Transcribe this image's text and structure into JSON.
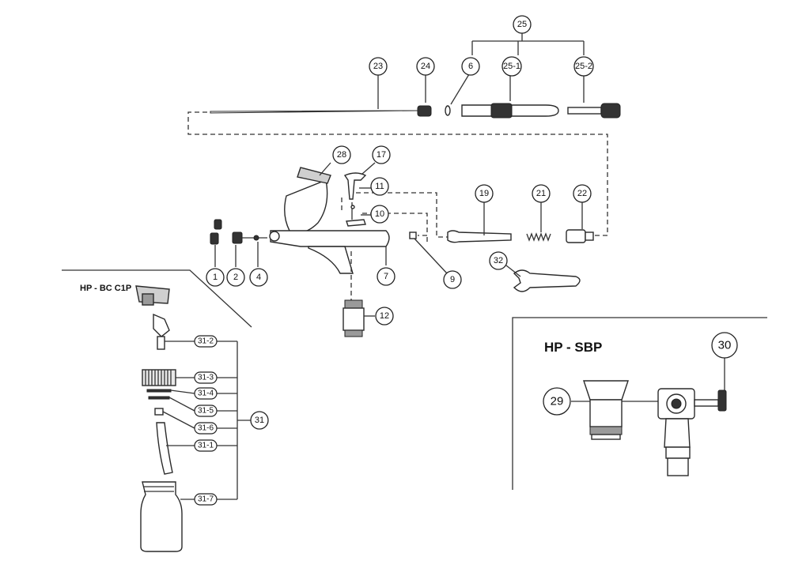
{
  "labels": {
    "l25": "25",
    "l23": "23",
    "l24": "24",
    "l6": "6",
    "l25_1": "25-1",
    "l25_2": "25-2",
    "l28": "28",
    "l17": "17",
    "l11": "11",
    "l10": "10",
    "l19": "19",
    "l21": "21",
    "l22": "22",
    "l1": "1",
    "l2": "2",
    "l4": "4",
    "l7": "7",
    "l9": "9",
    "l32": "32",
    "l12": "12",
    "l31": "31",
    "l31_1": "31-1",
    "l31_2": "31-2",
    "l31_3": "31-3",
    "l31_4": "31-4",
    "l31_5": "31-5",
    "l31_6": "31-6",
    "l31_7": "31-7",
    "l29": "29",
    "l30": "30"
  },
  "headings": {
    "bc": "HP - BC C1P",
    "sbp": "HP - SBP"
  }
}
